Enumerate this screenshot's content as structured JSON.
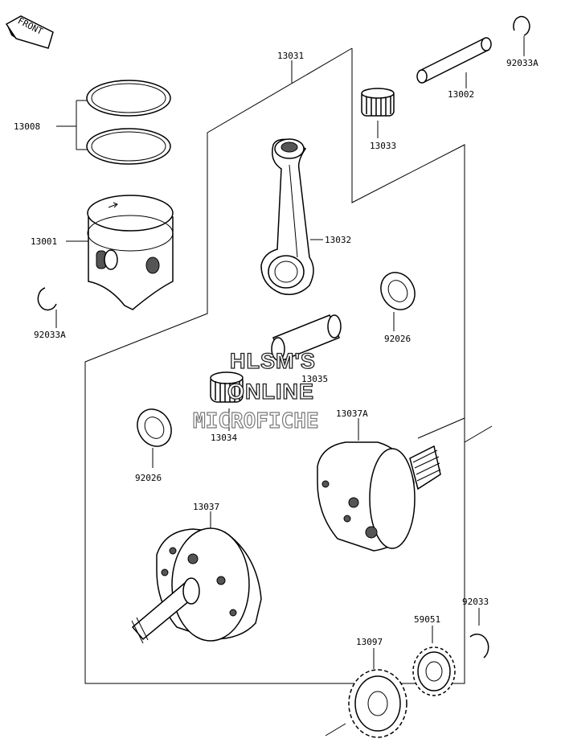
{
  "front_marker": "FRONT",
  "watermark": [
    "HLSM'S",
    "ONLINE",
    "MICROFICHE"
  ],
  "labels": {
    "p13031": "13031",
    "p92033A_top": "92033A",
    "p13002": "13002",
    "p13008": "13008",
    "p13033": "13033",
    "p13032": "13032",
    "p13001": "13001",
    "p92033A_left": "92033A",
    "p92026_right": "92026",
    "p13035": "13035",
    "p13037A": "13037A",
    "p13034": "13034",
    "p92026_left": "92026",
    "p13037": "13037",
    "p92033": "92033",
    "p59051": "59051",
    "p13097": "13097"
  }
}
